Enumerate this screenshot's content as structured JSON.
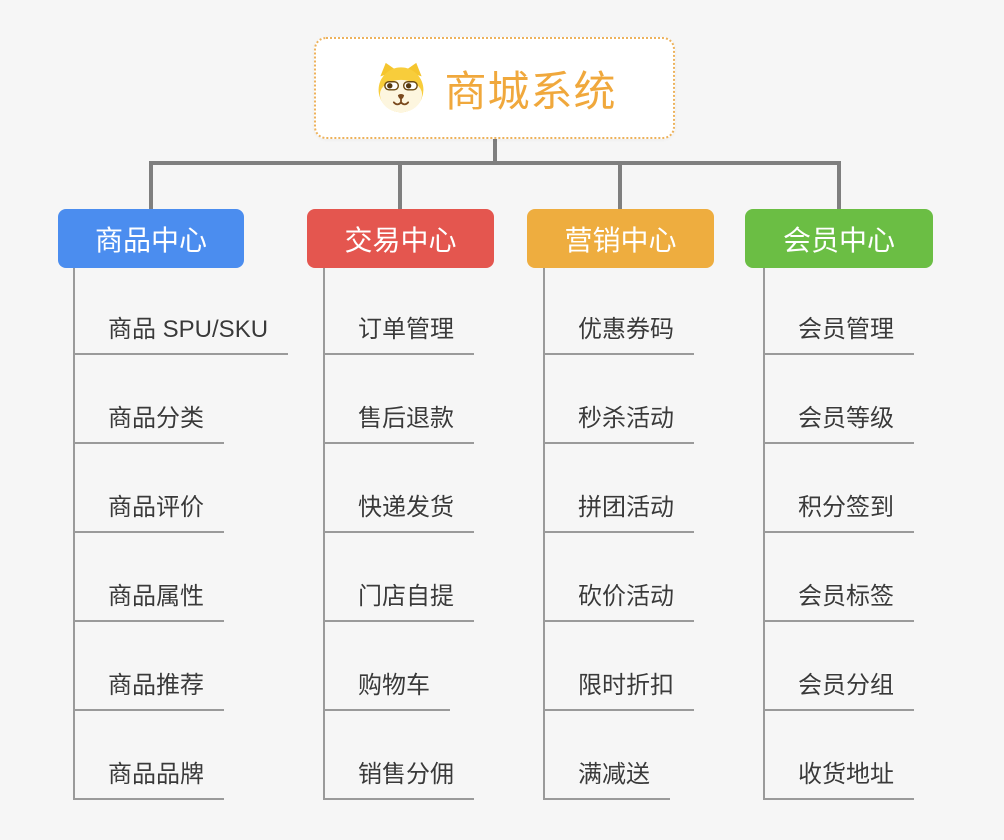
{
  "root": {
    "title": "商城系统",
    "icon": "dog-face-icon",
    "text_color": "#f0a83c",
    "border_color": "#edb25c",
    "background": "#ffffff"
  },
  "branches": [
    {
      "label": "商品中心",
      "color": "#4b8def",
      "children": [
        "商品 SPU/SKU",
        "商品分类",
        "商品评价",
        "商品属性",
        "商品推荐",
        "商品品牌"
      ]
    },
    {
      "label": "交易中心",
      "color": "#e4564f",
      "children": [
        "订单管理",
        "售后退款",
        "快递发货",
        "门店自提",
        "购物车",
        "销售分佣"
      ]
    },
    {
      "label": "营销中心",
      "color": "#eead3f",
      "children": [
        "优惠券码",
        "秒杀活动",
        "拼团活动",
        "砍价活动",
        "限时折扣",
        "满减送"
      ]
    },
    {
      "label": "会员中心",
      "color": "#6bbe44",
      "children": [
        "会员管理",
        "会员等级",
        "积分签到",
        "会员标签",
        "会员分组",
        "收货地址"
      ]
    }
  ],
  "style": {
    "canvas_background": "#f6f6f6",
    "connector_color": "#7f7f7f",
    "leaf_line_color": "#9a9a9a",
    "leaf_text_color": "#3a3a3a"
  }
}
